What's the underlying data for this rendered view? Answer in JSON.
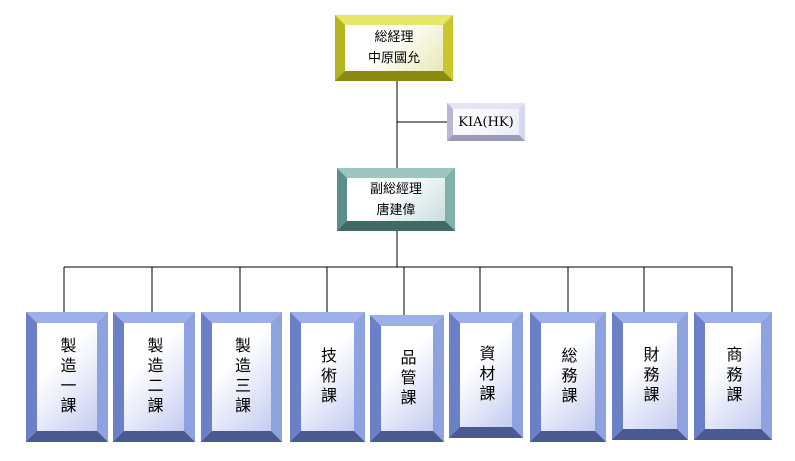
{
  "president": {
    "title": "総経理",
    "name": "中原國允"
  },
  "affiliate": {
    "label": "KIA(HK)"
  },
  "vice_president": {
    "title": "副総經理",
    "name": "唐建偉"
  },
  "departments": [
    "製造一課",
    "製造二課",
    "製造三課",
    "技術課",
    "品管課",
    "資材課",
    "総務課",
    "財務課",
    "商務課"
  ],
  "colors": {
    "president": "#c8c82a",
    "vice": "#5e8e88",
    "dept": "#8ea2e0",
    "affiliate": "#d8d8ee"
  }
}
